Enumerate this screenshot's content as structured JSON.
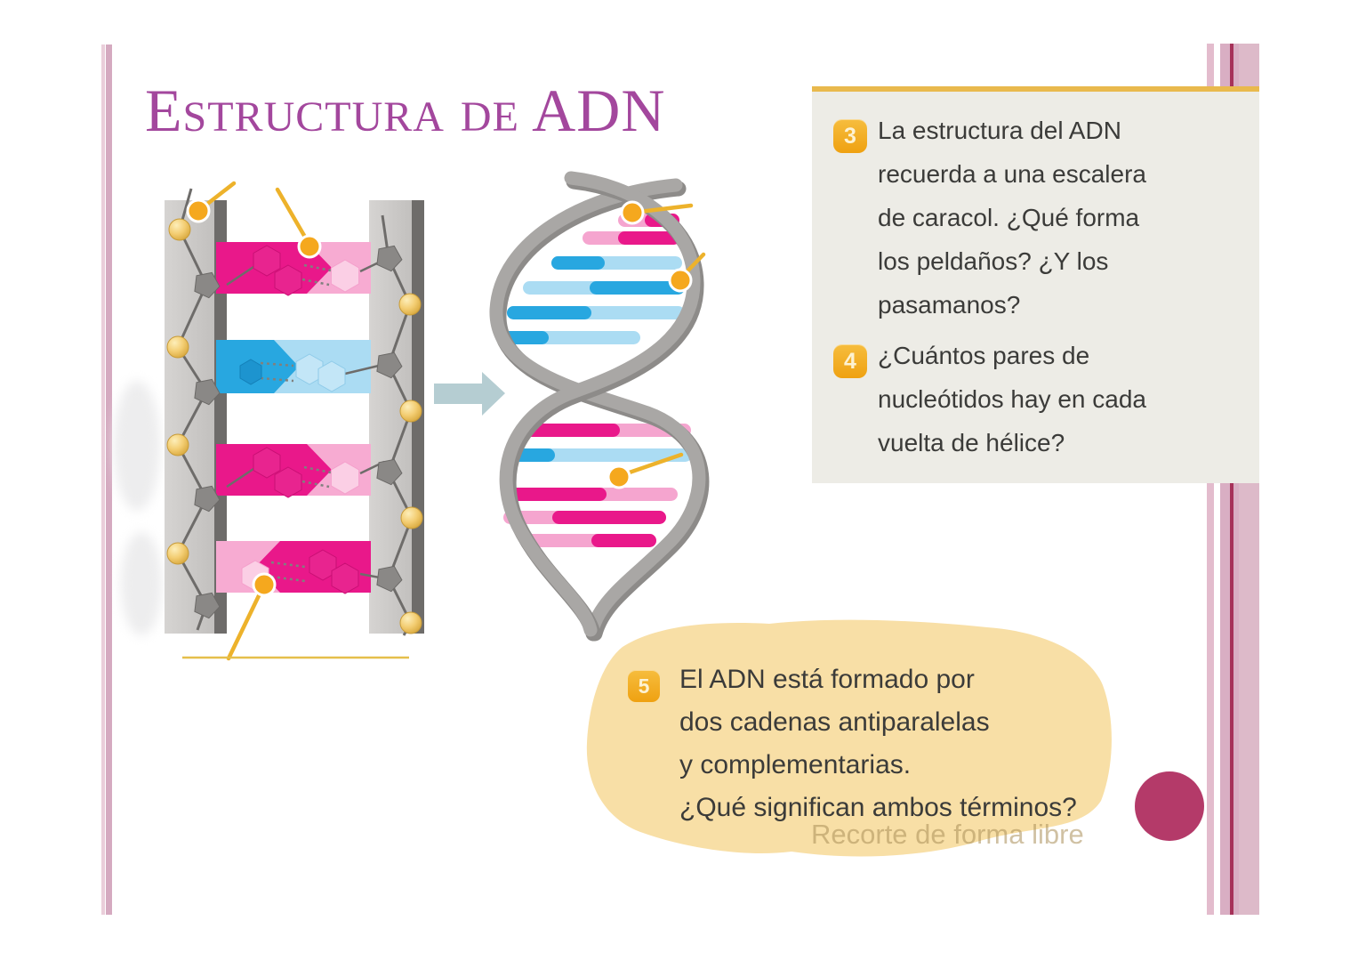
{
  "slide": {
    "title": "Estructura de ADN",
    "title_color": "#a3479d"
  },
  "panel": {
    "accent_color": "#e9b94d",
    "background": "#edece6",
    "items": [
      {
        "number": "3",
        "text": "La estructura del ADN\nrecuerda a una escalera\nde caracol. ¿Qué forma\nlos peldaños? ¿Y los\npasamanos?"
      },
      {
        "number": "4",
        "text": "¿Cuántos pares de\nnucleótidos hay en cada\nvuelta de hélice?"
      }
    ]
  },
  "note": {
    "number": "5",
    "text": "El ADN está formado por\ndos cadenas antiparalelas\ny complementarias.\n¿Qué significan ambos términos?",
    "highlight_color": "#f8dfa6"
  },
  "watermark": "Recorte de forma libre",
  "badge_color": "#f0a81c",
  "accent_circle_color": "#b43a69",
  "icons": {
    "ladder": "dna-ladder-illustration",
    "helix": "dna-double-helix-illustration",
    "arrow": "right-block-arrow-icon",
    "callout": "orange-callout-dot-icon",
    "phosphate": "yellow-ball-icon",
    "sugar": "gray-pentagon-icon"
  },
  "palette": {
    "magenta": "#e9188a",
    "pink": "#f5a5cf",
    "blue": "#28a7e0",
    "light_blue": "#abdcf3",
    "rail_gray": "#c9c7c5",
    "stripe_pink": "#d5aac0",
    "stripe_dark": "#a63259",
    "callout_yellow": "#edb22b"
  }
}
